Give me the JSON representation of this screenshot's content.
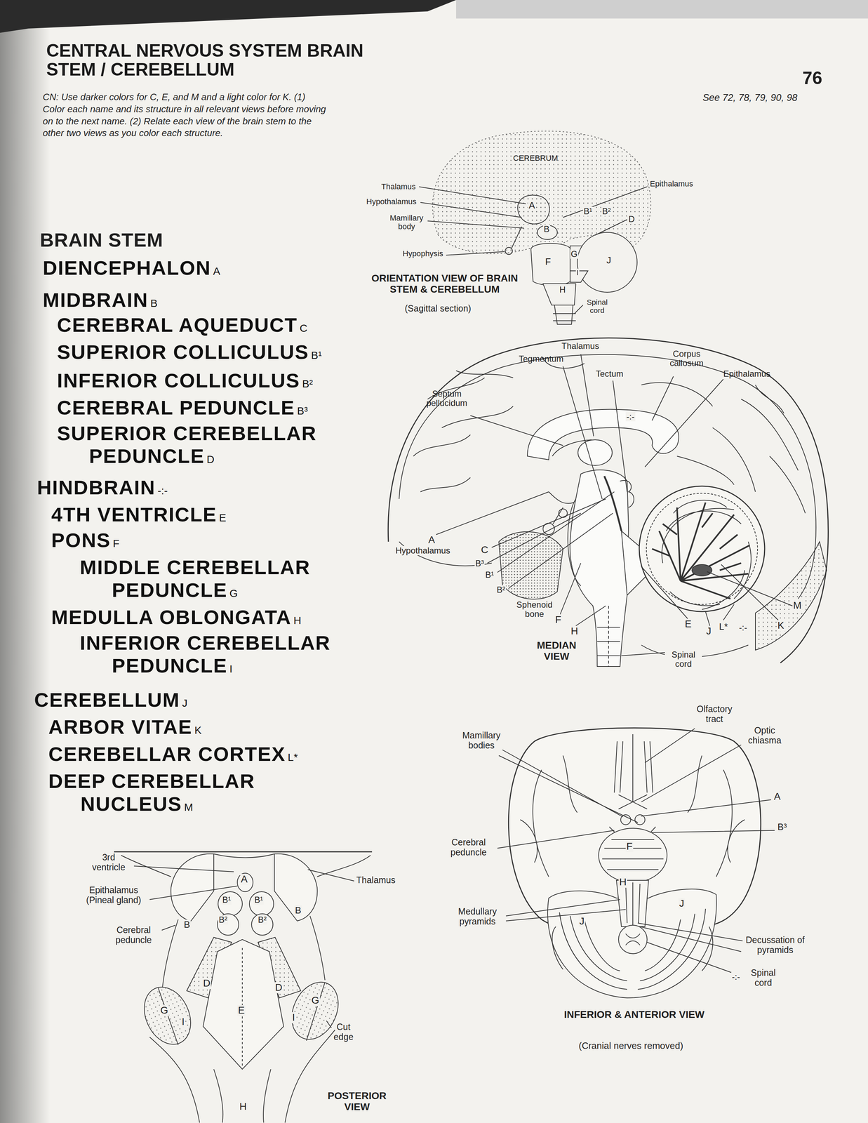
{
  "diagram": {
    "title": "CENTRAL NERVOUS SYSTEM BRAIN STEM / CEREBELLUM",
    "labels": [
      "76",
      "See 72, 78, 79, 90, 98",
      "CN: Use darker colors for C, E, and M and a light color for K. (1) Color each name and its structure in all relevant views before moving on to the next name. (2) Relate each view of the brain stem to the other two views as you color each structure.",
      "BRAIN STEM",
      "DIENCEPHALON",
      "A",
      "MIDBRAIN",
      "B",
      "CEREBRAL AQUEDUCT",
      "C",
      "SUPERIOR COLLICULUS",
      "B¹",
      "INFERIOR COLLICULUS",
      "B²",
      "CEREBRAL PEDUNCLE",
      "B³",
      "SUPERIOR CEREBELLAR PEDUNCLE",
      "D",
      "HINDBRAIN",
      "-:-",
      "4TH VENTRICLE",
      "E",
      "PONS",
      "F",
      "MIDDLE CEREBELLAR PEDUNCLE",
      "G",
      "MEDULLA OBLONGATA",
      "H",
      "INFERIOR CEREBELLAR PEDUNCLE",
      "I",
      "CEREBELLUM",
      "J",
      "ARBOR VITAE",
      "K",
      "CEREBELLAR CORTEX",
      "L*",
      "DEEP CEREBELLAR NUCLEUS",
      "M",
      "CEREBRUM",
      "Thalamus",
      "Hypothalamus",
      "Mamillary body",
      "Hypophysis",
      "Epithalamus",
      "A",
      "B¹",
      "B²",
      "D",
      "B",
      "F",
      "G",
      "J",
      "I",
      "H",
      "Spinal cord",
      "ORIENTATION VIEW OF BRAIN STEM & CEREBELLUM",
      "(Sagittal section)",
      "Thalamus",
      "Tegmentum",
      "Tectum",
      "Corpus callosum",
      "Epithalamus",
      "Septum pellucidum",
      "A",
      "Hypothalamus",
      "C",
      "B³",
      "B¹",
      "B²",
      "Sphenoid bone",
      "F",
      "H",
      "MEDIAN VIEW",
      "E",
      "Spinal cord",
      "J",
      "L*",
      "-:-",
      "K",
      "M",
      "-:-",
      "Olfactory tract",
      "Optic chiasma",
      "Mamillary bodies",
      "A",
      "B³",
      "Cerebral peduncle",
      "F",
      "H",
      "J",
      "J",
      "Medullary pyramids",
      "Decussation of pyramids",
      "-:-",
      "Spinal cord",
      "INFERIOR & ANTERIOR VIEW",
      "(Cranial nerves removed)",
      "3rd ventricle",
      "Epithalamus (Pineal gland)",
      "Cerebral peduncle",
      "Thalamus",
      "A",
      "B¹",
      "B¹",
      "B²",
      "B²",
      "B",
      "B",
      "D",
      "D",
      "G",
      "G",
      "I",
      "I",
      "E",
      "Cut edge",
      "POSTERIOR VIEW",
      "H"
    ]
  }
}
